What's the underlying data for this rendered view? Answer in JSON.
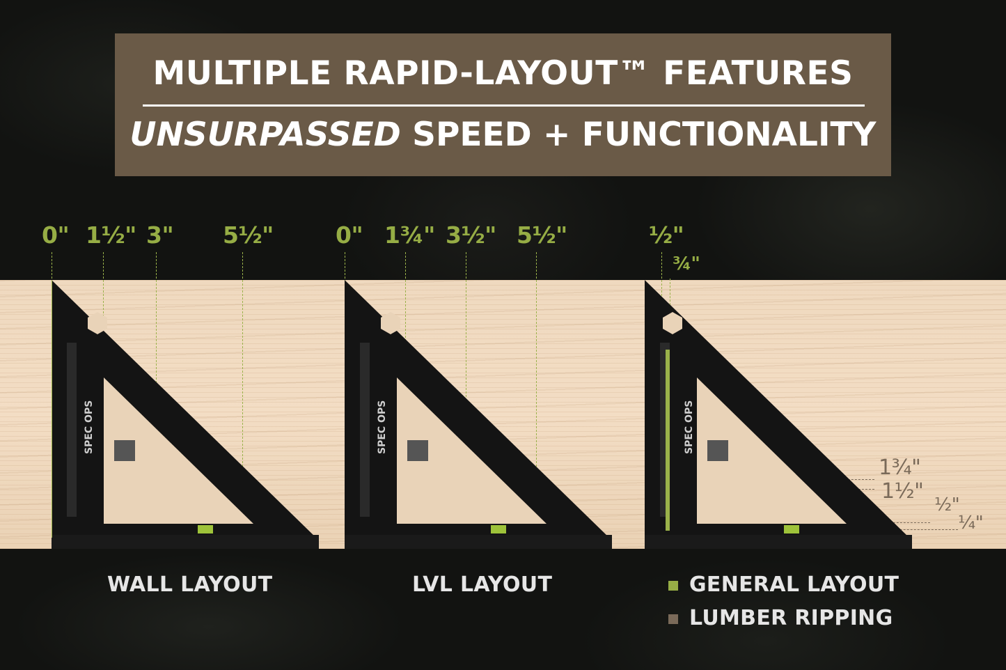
{
  "header": {
    "line1": "MULTIPLE RAPID-LAYOUT™ FEATURES",
    "line2_emphasis": "UNSURPASSED",
    "line2_rest": " SPEED + FUNCTIONALITY"
  },
  "panels": [
    {
      "label": "WALL LAYOUT",
      "measurements": [
        "0\"",
        "1½\"",
        "3\"",
        "5½\""
      ]
    },
    {
      "label": "LVL LAYOUT",
      "measurements": [
        "0\"",
        "1¾\"",
        "3½\"",
        "5½\""
      ]
    },
    {
      "measurements_top": [
        "½\"",
        "¾\""
      ],
      "measurements_side": [
        "1¾\"",
        "1½\"",
        "½\"",
        "¼\""
      ]
    }
  ],
  "square_brand": "SPEC OPS",
  "legend": [
    {
      "label": "GENERAL LAYOUT",
      "color": "#96ad45"
    },
    {
      "label": "LUMBER RIPPING",
      "color": "#7a6a59"
    }
  ],
  "colors": {
    "banner": "#6a5a47",
    "general": "#96ad45",
    "ripping": "#7a6a59",
    "wood": "#efd9bf"
  }
}
